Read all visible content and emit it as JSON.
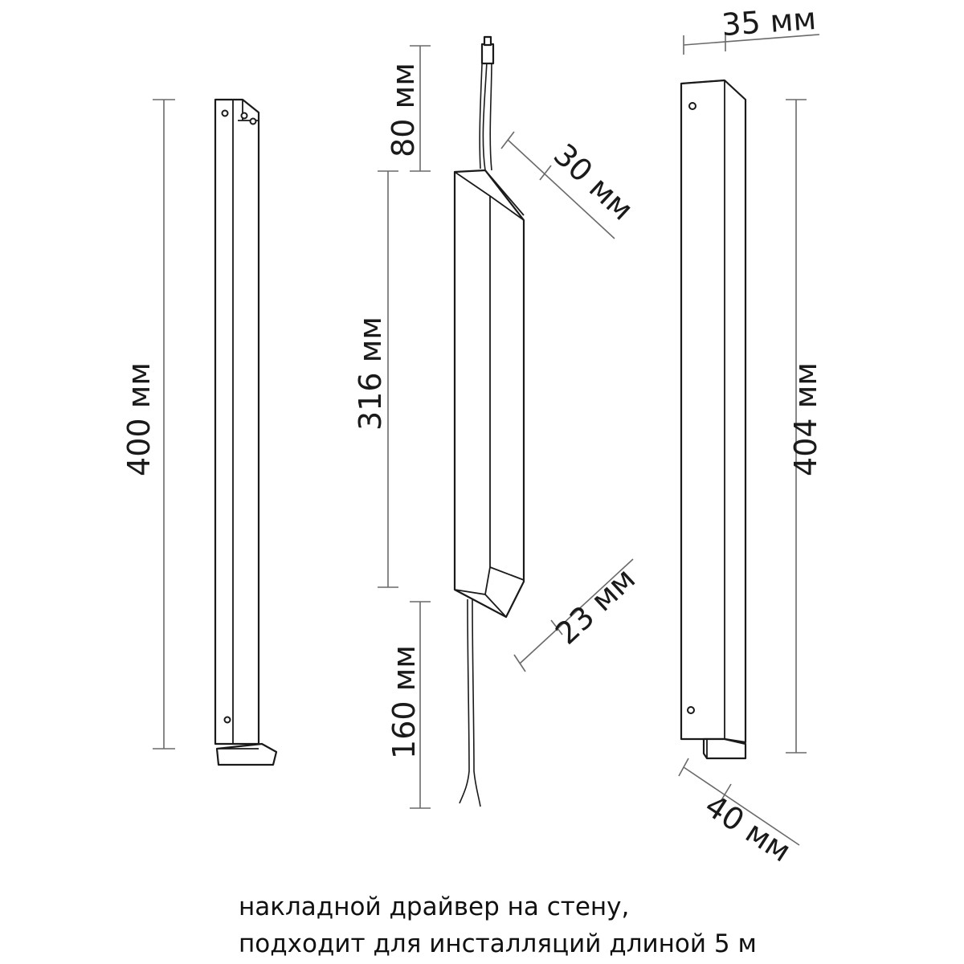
{
  "dimensions": {
    "left_height": "400 мм",
    "cable_top": "80 мм",
    "driver_length": "316 мм",
    "cable_bottom": "160 мм",
    "driver_width": "30 мм",
    "driver_depth": "23 мм",
    "right_height": "404 мм",
    "right_top_width": "35 мм",
    "right_bottom_width": "40 мм"
  },
  "caption": {
    "line1": "накладной драйвер на стену,",
    "line2": "подходит для инсталляций длиной 5 м"
  }
}
